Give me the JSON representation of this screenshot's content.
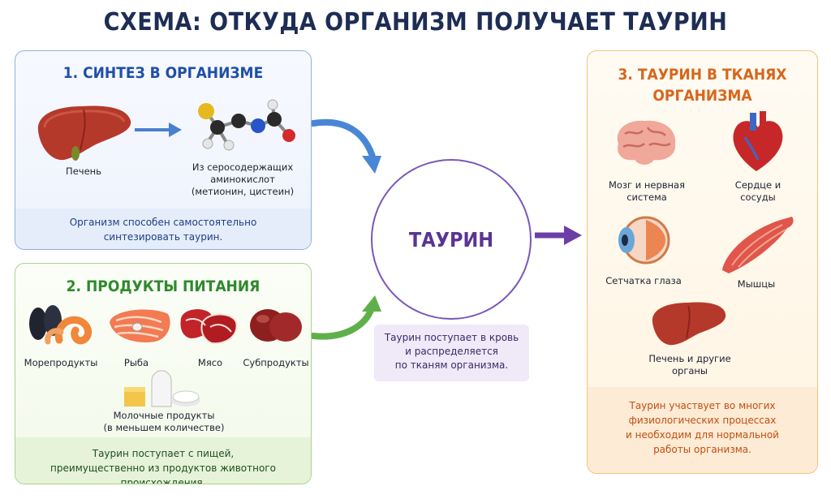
{
  "title": "СХЕМА: ОТКУДА ОРГАНИЗМ ПОЛУЧАЕТ ТАУРИН",
  "synthesis": {
    "title": "1. СИНТЕЗ В ОРГАНИЗМЕ",
    "liver_label": "Печень",
    "amino_label_1": "Из серосодержащих",
    "amino_label_2": "аминокислот",
    "amino_label_3": "(метионин, цистеин)",
    "note_1": "Организм способен самостоятельно",
    "note_2": "синтезировать таурин."
  },
  "food": {
    "title": "2. ПРОДУКТЫ ПИТАНИЯ",
    "items": [
      {
        "label": "Морепродукты"
      },
      {
        "label": "Рыба"
      },
      {
        "label": "Мясо"
      },
      {
        "label": "Субпродукты"
      }
    ],
    "dairy_label_1": "Молочные продукты",
    "dairy_label_2": "(в меньшем количестве)",
    "note_1": "Таурин поступает с пищей,",
    "note_2": "преимущественно из продуктов животного происхождения."
  },
  "center": {
    "label": "ТАУРИН",
    "note_1": "Таурин поступает в кровь",
    "note_2": "и распределяется",
    "note_3": "по тканям организма."
  },
  "tissues": {
    "title_1": "3. ТАУРИН В ТКАНЯХ",
    "title_2": "ОРГАНИЗМА",
    "brain_1": "Мозг и нервная",
    "brain_2": "система",
    "heart_1": "Сердце и",
    "heart_2": "сосуды",
    "eye": "Сетчатка глаза",
    "muscle": "Мышцы",
    "liver_1": "Печень и другие",
    "liver_2": "органы",
    "note_1": "Таурин участвует во многих",
    "note_2": "физиологических процессах",
    "note_3": "и необходим для нормальной",
    "note_4": "работы организма."
  },
  "colors": {
    "blue_accent": "#1f4fa8",
    "green_accent": "#2e8a2c",
    "orange_accent": "#d8661c",
    "purple_accent": "#5a3494"
  }
}
